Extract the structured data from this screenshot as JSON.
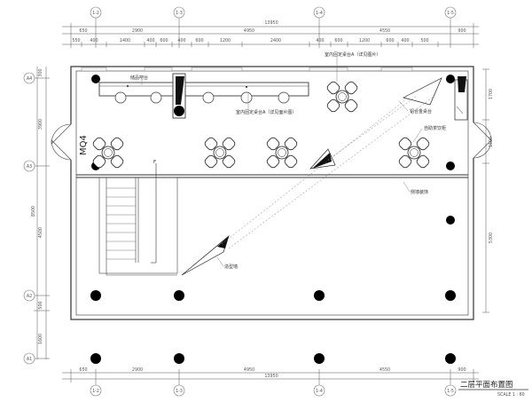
{
  "title": "二层平面布置图",
  "scale": "SCALE 1 : 80",
  "door_code": "MQ4",
  "stair_label": "F",
  "column_axes": [
    "1-2",
    "1-3",
    "1-4",
    "1-5"
  ],
  "row_axes": [
    "A4",
    "A3",
    "A2",
    "A1"
  ],
  "top_dimensions": {
    "total": "13950",
    "segments": [
      "650",
      "2900",
      "4950",
      "4550",
      "900"
    ],
    "sub_segments": [
      "550",
      "400",
      "1400",
      "400",
      "600",
      "400",
      "600",
      "1200",
      "2400",
      "400",
      "600",
      "1200",
      "600",
      "400",
      "500"
    ]
  },
  "bottom_dimensions": {
    "total": "13950",
    "segments": [
      "650",
      "2900",
      "4950",
      "4550",
      "900"
    ]
  },
  "left_dimensions": {
    "total": "8500",
    "segments": [
      "300",
      "3900",
      "4500",
      "500",
      "1600"
    ]
  },
  "right_dimensions": [
    "1700",
    "1500",
    "5300"
  ],
  "annotations": [
    "储品吧台",
    "室内固定桌台A（详见图片）",
    "室内固定桌台A（详见面片图）",
    "铝合金桌台",
    "自助茶饮柜",
    "侧墙装饰",
    "造型墙"
  ]
}
